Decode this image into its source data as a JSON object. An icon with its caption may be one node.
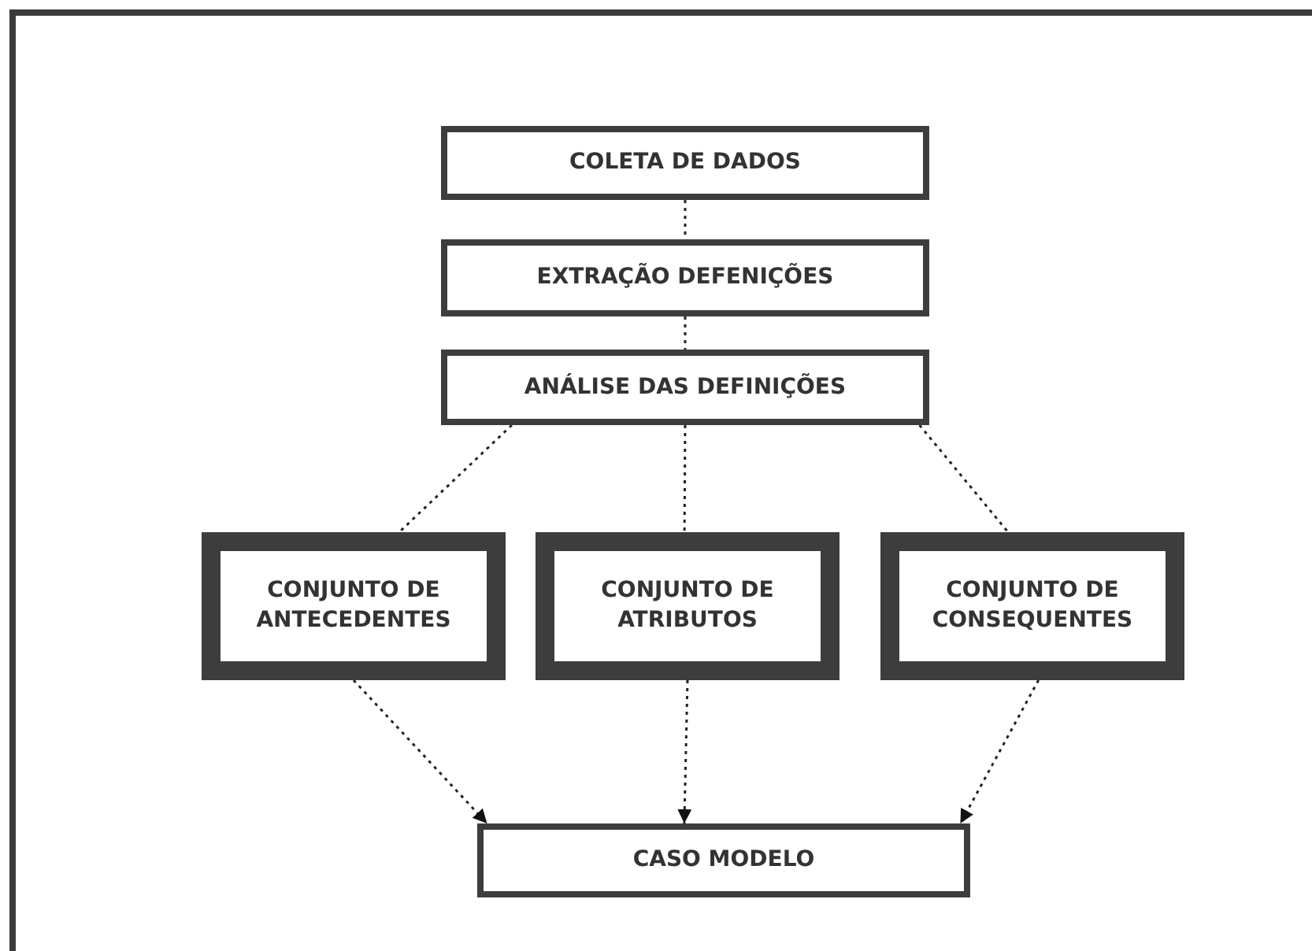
{
  "diagram": {
    "nodes": [
      {
        "text": [
          "COLETA DE DADOS"
        ]
      },
      {
        "text": [
          "EXTRAÇÃO DEFENIÇÕES"
        ]
      },
      {
        "text": [
          "ANÁLISE DAS DEFINIÇÕES"
        ]
      },
      {
        "text": [
          "CONJUNTO DE ANTECEDENTES"
        ]
      },
      {
        "text": [
          "CONJUNTO DE ATRIBUTOS"
        ]
      },
      {
        "text": [
          "CONJUNTO DE CONSEQUENTES"
        ]
      },
      {
        "text": [
          "CASO MODELO"
        ]
      }
    ],
    "edges": [
      {
        "from": 0,
        "to": 1,
        "arrow": "none",
        "style": "dashed"
      },
      {
        "from": 1,
        "to": 2,
        "arrow": "none",
        "style": "dashed"
      },
      {
        "from": 2,
        "to": 3,
        "arrow": "none",
        "style": "dashed"
      },
      {
        "from": 2,
        "to": 4,
        "arrow": "none",
        "style": "dashed"
      },
      {
        "from": 2,
        "to": 5,
        "arrow": "none",
        "style": "dashed"
      },
      {
        "from": 3,
        "to": 6,
        "arrow": "to",
        "style": "dashed"
      },
      {
        "from": 4,
        "to": 6,
        "arrow": "to",
        "style": "dashed"
      },
      {
        "from": 5,
        "to": 6,
        "arrow": "to",
        "style": "dashed"
      }
    ]
  }
}
